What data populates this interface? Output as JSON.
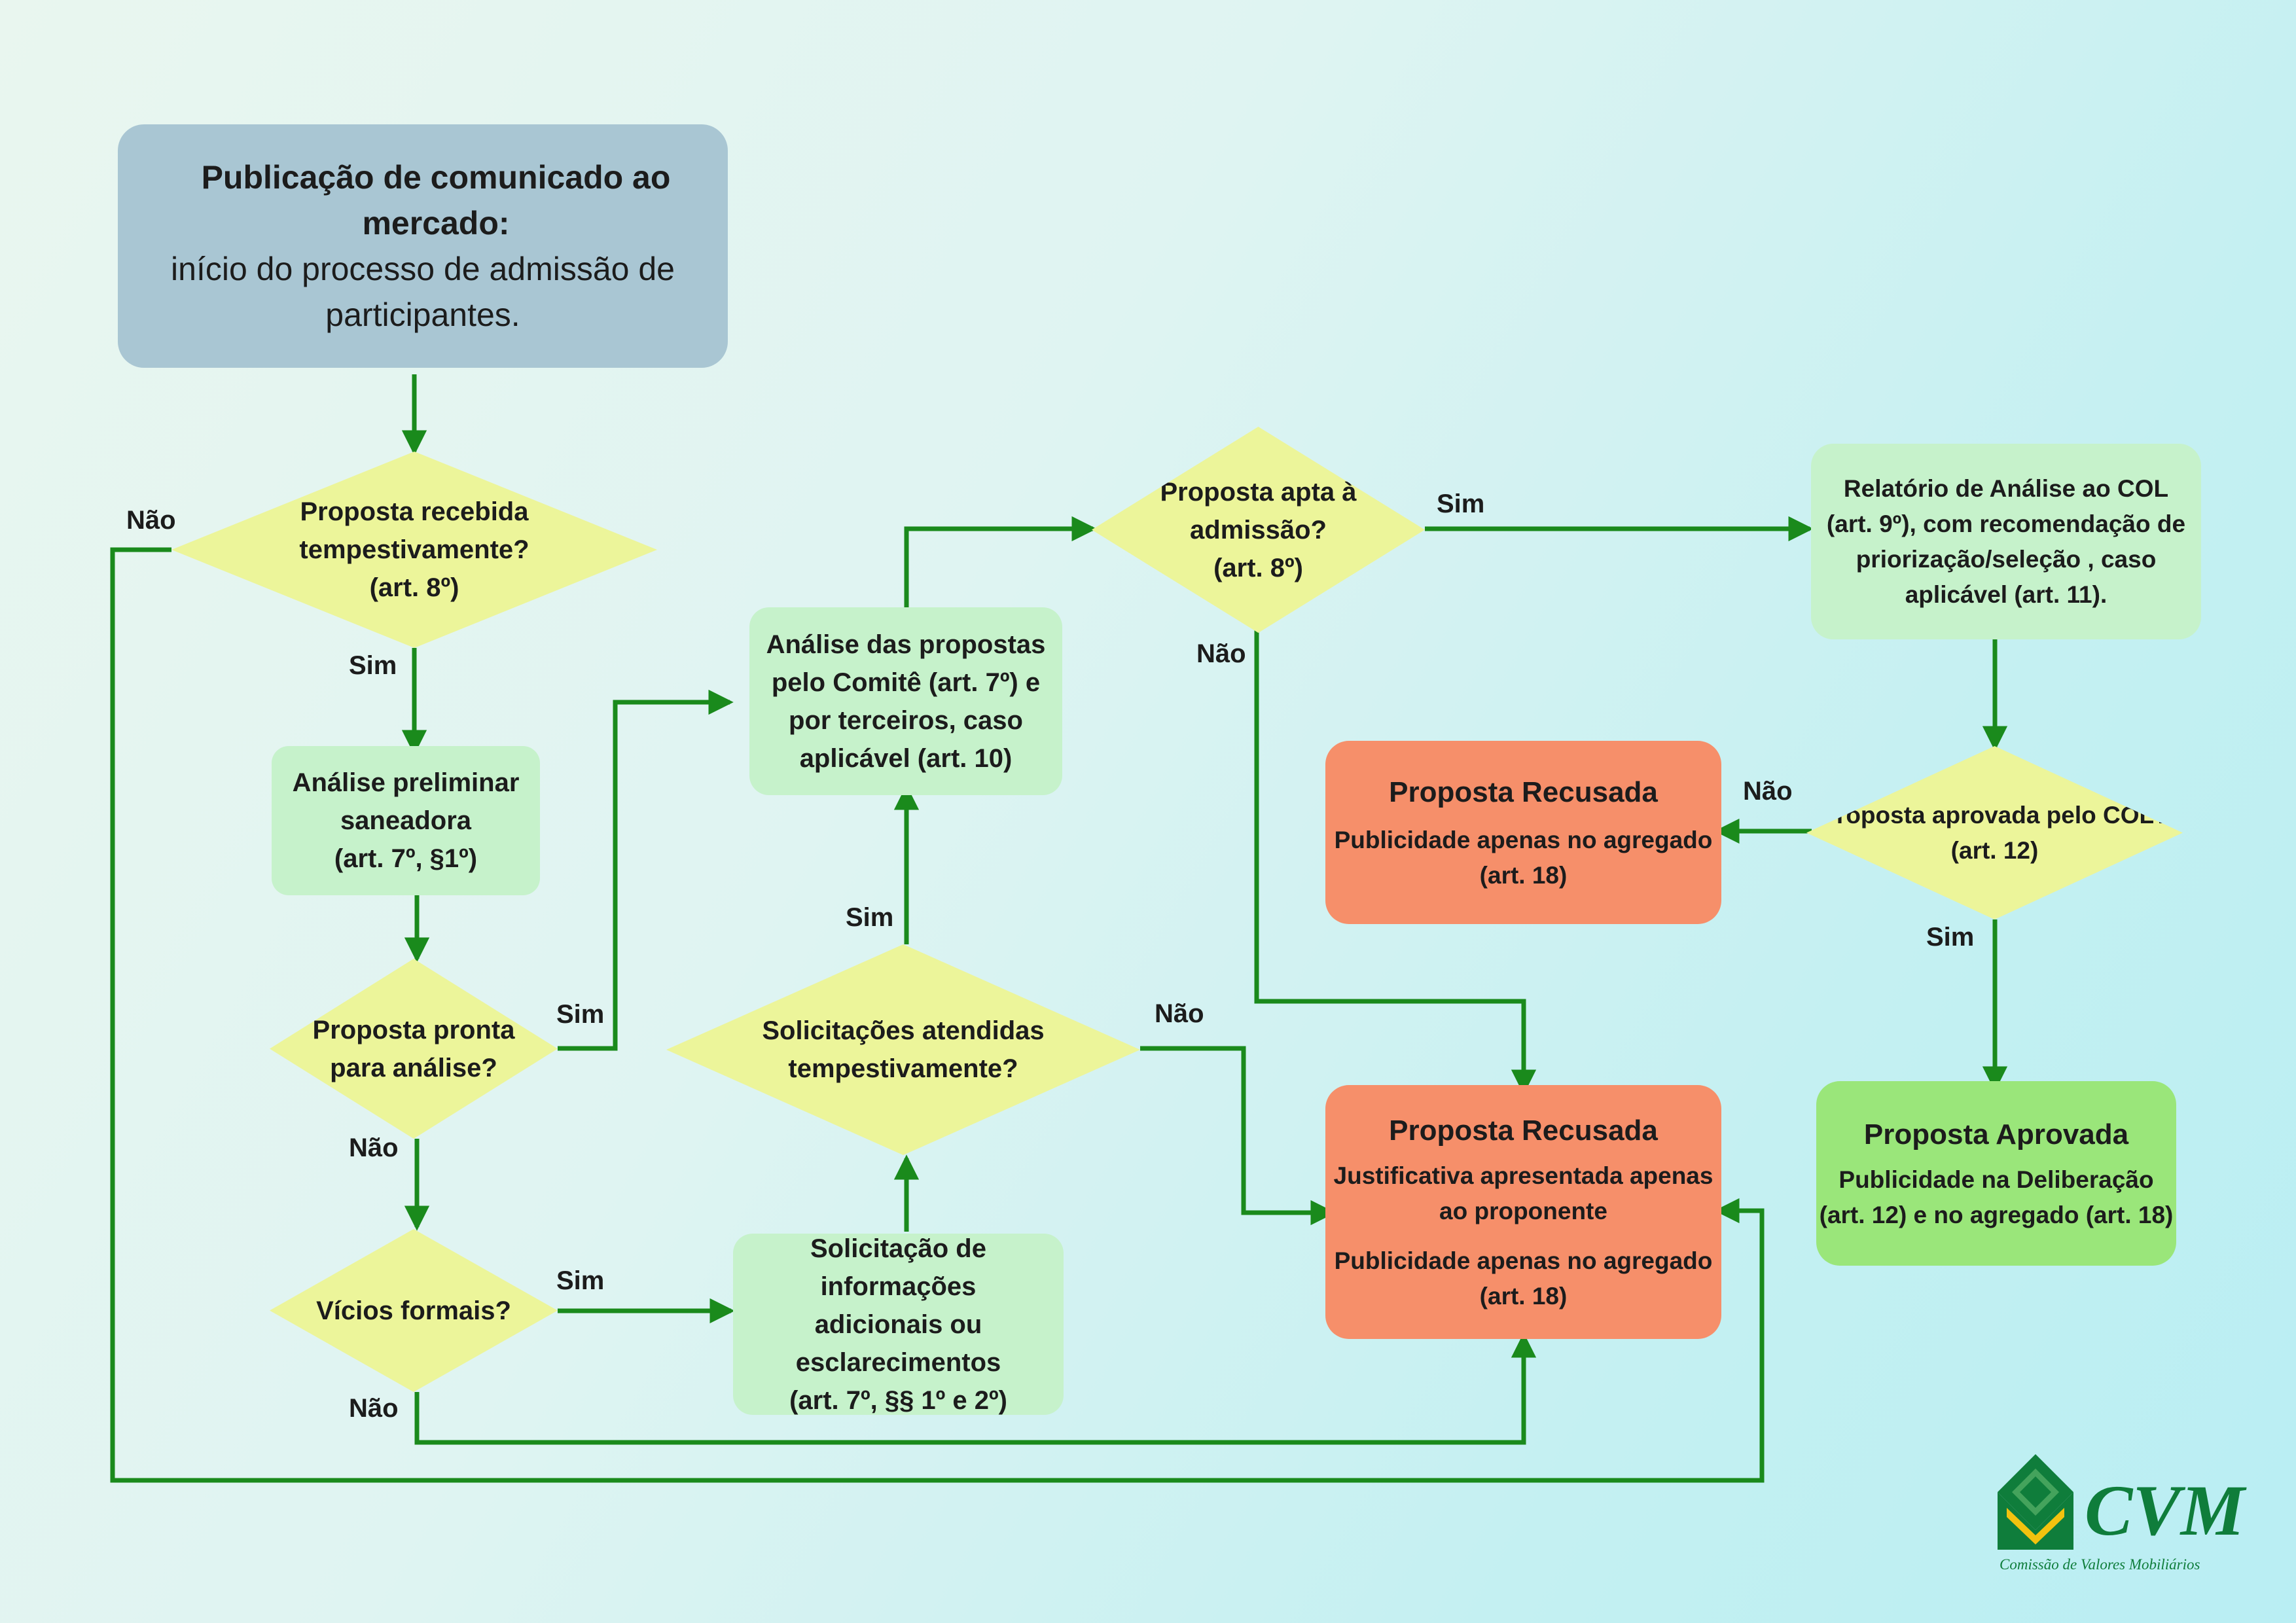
{
  "colors": {
    "arrow": "#1a8a1c",
    "start": "#a9c6d3",
    "process": "#c6f2cb",
    "decision": "#ecf59a",
    "rejected": "#f68f6a",
    "approved": "#9ae67a",
    "logo_green": "#0f7d3b",
    "logo_yellow": "#f2c20f"
  },
  "start": {
    "line1": "Publicação de comunicado ao mercado:",
    "line2": "início do processo de admissão de",
    "line3": "participantes."
  },
  "d_tempestiva": {
    "line1": "Proposta recebida",
    "line2": "tempestivamente?",
    "line3": "(art. 8º)"
  },
  "p_preliminar": {
    "line1": "Análise preliminar",
    "line2": "saneadora",
    "line3": "(art. 7º, §1º)"
  },
  "d_pronta": {
    "line1": "Proposta pronta",
    "line2": "para análise?"
  },
  "d_vicios": {
    "line1": "Vícios formais?"
  },
  "p_analise": {
    "line1": "Análise das propostas",
    "line2": "pelo Comitê (art. 7º) e",
    "line3": "por terceiros, caso",
    "line4": "aplicável (art. 10)"
  },
  "d_solicitacoes": {
    "line1": "Solicitações atendidas",
    "line2": "tempestivamente?"
  },
  "p_solicitacao": {
    "line1": "Solicitação de informações",
    "line2": "adicionais ou",
    "line3": "esclarecimentos",
    "line4": "(art. 7º, §§ 1º e 2º)"
  },
  "d_apta": {
    "line1": "Proposta apta à",
    "line2": "admissão?",
    "line3": "(art. 8º)"
  },
  "p_relatorio": {
    "line1": "Relatório de Análise ao COL",
    "line2": "(art. 9º), com recomendação de",
    "line3": "priorização/seleção , caso",
    "line4": "aplicável (art. 11)."
  },
  "d_aprovada": {
    "line1": "Proposta aprovada pelo COL?",
    "line2": "(art. 12)"
  },
  "r_recusada_top": {
    "title": "Proposta Recusada",
    "line1": "Publicidade apenas no agregado",
    "line2": "(art. 18)"
  },
  "r_recusada_main": {
    "title": "Proposta Recusada",
    "line1": "Justificativa apresentada apenas",
    "line2": "ao proponente",
    "line3": "Publicidade apenas no agregado",
    "line4": "(art. 18)"
  },
  "r_aprovada": {
    "title": "Proposta Aprovada",
    "line1": "Publicidade na Deliberação",
    "line2": "(art. 12) e no agregado (art. 18)"
  },
  "labels": {
    "nao_tempestiva": "Não",
    "sim_tempestiva": "Sim",
    "sim_pronta": "Sim",
    "nao_pronta": "Não",
    "sim_vicios": "Sim",
    "nao_vicios": "Não",
    "sim_solicitacoes": "Sim",
    "nao_solicitacoes": "Não",
    "sim_apta": "Sim",
    "nao_apta": "Não",
    "nao_aprovada": "Não",
    "sim_aprovada": "Sim"
  },
  "logo": {
    "name": "CVM",
    "subtitle": "Comissão de Valores Mobiliários",
    "icon": "cvm-diamond-icon"
  }
}
